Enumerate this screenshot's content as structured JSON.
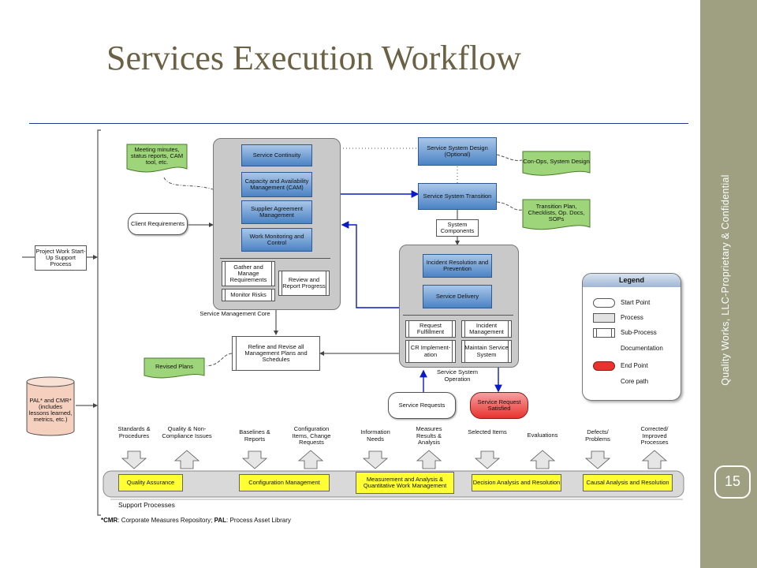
{
  "slide": {
    "title": "Services Execution Workflow",
    "side_text": "Quality Works, LLC-Proprietary & Confidential",
    "page_number": "15"
  },
  "diagram": {
    "doc_meeting": "Meeting minutes, status reports, CAM tool, etc.",
    "client_requirements": "Client Requirements",
    "project_work": "Project Work Start-Up Support Process",
    "pal_cmr": "PAL* and CMR* (includes lessons learned, metrics, etc.)",
    "core_service_continuity": "Service Continuity",
    "core_capacity": "Capacity and Availability Management (CAM)",
    "core_supplier": "Supplier Agreement Management",
    "core_monitoring": "Work Monitoring and Control",
    "core_gather": "Gather and Manage Requirements",
    "core_review": "Review and Report Progress",
    "core_monitor_risks": "Monitor Risks",
    "core_label": "Service Management Core",
    "ssd": "Service System Design (Optional)",
    "sst": "Service System Transition",
    "system_components": "System Components",
    "doc_conops": "Con-Ops, System Design",
    "doc_transition": "Transition Plan, Checklists, Op. Docs, SOPs",
    "op_incident_resolution": "Incident Resolution and Prevention",
    "op_service_delivery": "Service Delivery",
    "op_request_fulfillment": "Request Fulfillment",
    "op_incident_management": "Incident Management",
    "op_cr_implementation": "CR Implement-ation",
    "op_maintain": "Maintain Service System",
    "op_label": "Service System Operation",
    "refine": "Refine and Revise all Management Plans and Schedules",
    "revised_plans": "Revised Plans",
    "service_requests": "Service Requests",
    "service_request_satisfied": "Service Request Satisfied",
    "support_label": "Support Processes",
    "footnote_cmr_key": "*CMR",
    "footnote_cmr_text": ": Corporate Measures Repository;",
    "footnote_pal_key": "PAL",
    "footnote_pal_text": ": Process Asset Library"
  },
  "flows": [
    {
      "label": "Standards & Procedures",
      "dir": "down"
    },
    {
      "label": "Quality & Non-Compliance Issues",
      "dir": "up"
    },
    {
      "label": "Baselines & Reports",
      "dir": "down"
    },
    {
      "label": "Configuration Items, Change Requests",
      "dir": "up"
    },
    {
      "label": "Information Needs",
      "dir": "down"
    },
    {
      "label": "Measures Results & Analysis",
      "dir": "up"
    },
    {
      "label": "Selected Items",
      "dir": "down"
    },
    {
      "label": "Evaluations",
      "dir": "up"
    },
    {
      "label": "Defects/ Problems",
      "dir": "down"
    },
    {
      "label": "Corrected/ Improved Processes",
      "dir": "up"
    }
  ],
  "support_processes": [
    "Quality Assurance",
    "Configuration Management",
    "Measurement and Analysis & Quantitative Work Management",
    "Decision Analysis and Resolution",
    "Causal Analysis and Resolution"
  ],
  "legend": {
    "title": "Legend",
    "items": [
      {
        "label": "Start Point",
        "shape": "pill"
      },
      {
        "label": "Process",
        "shape": "gray-box"
      },
      {
        "label": "Sub-Process",
        "shape": "sub-process"
      },
      {
        "label": "Documentation",
        "shape": "document"
      },
      {
        "label": "End Point",
        "shape": "red-pill"
      },
      {
        "label": "Core path",
        "shape": "blue-arrow"
      }
    ]
  },
  "colors": {
    "title": "#6b6245",
    "sidebar": "#9ea081",
    "process_blue": "#4b83c4",
    "documentation_green": "#7cc153",
    "support_yellow": "#ffff33",
    "end_point_red": "#e8332f",
    "core_path": "#0a1ac8"
  }
}
